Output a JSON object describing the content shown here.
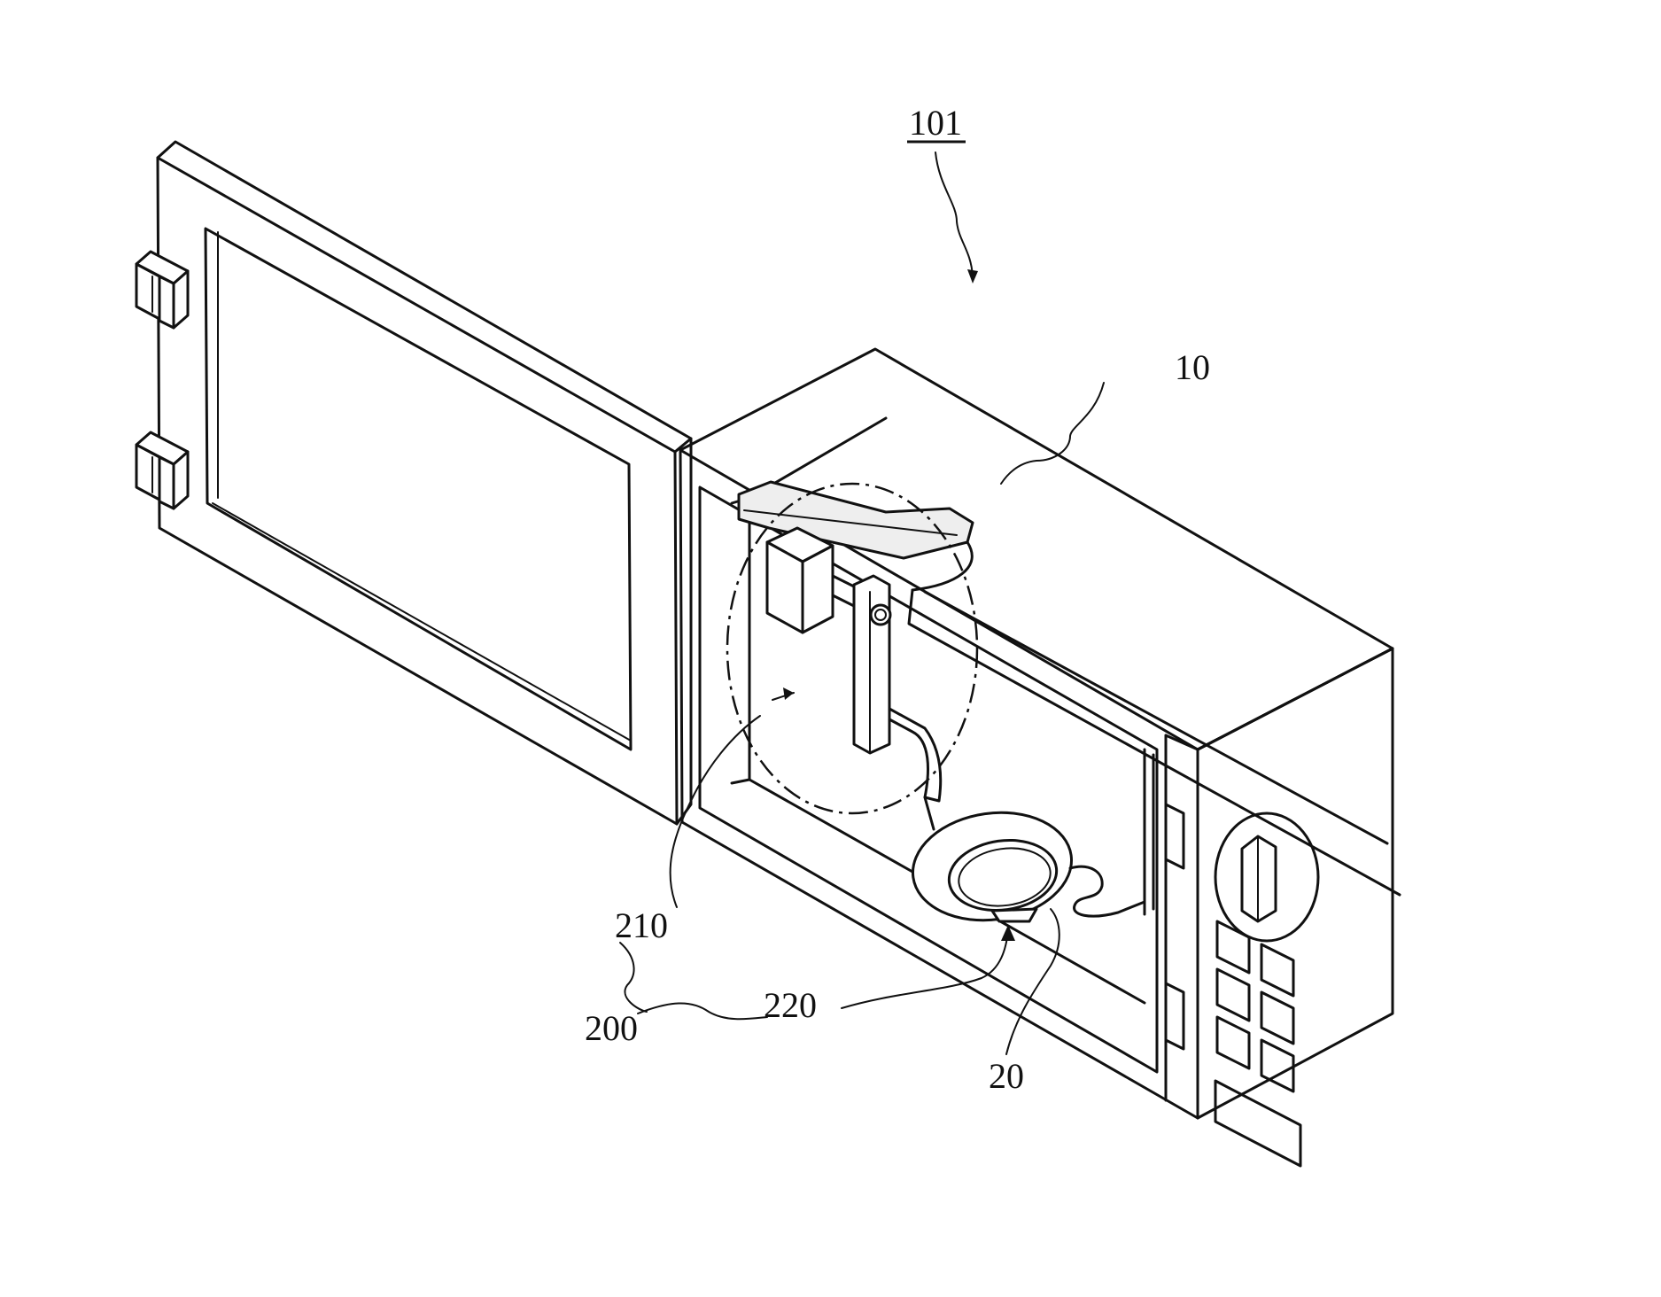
{
  "labels": {
    "assembly": "101",
    "body": "10",
    "turntable": "20",
    "device": "200",
    "drive_unit": "210",
    "support_unit": "220"
  }
}
